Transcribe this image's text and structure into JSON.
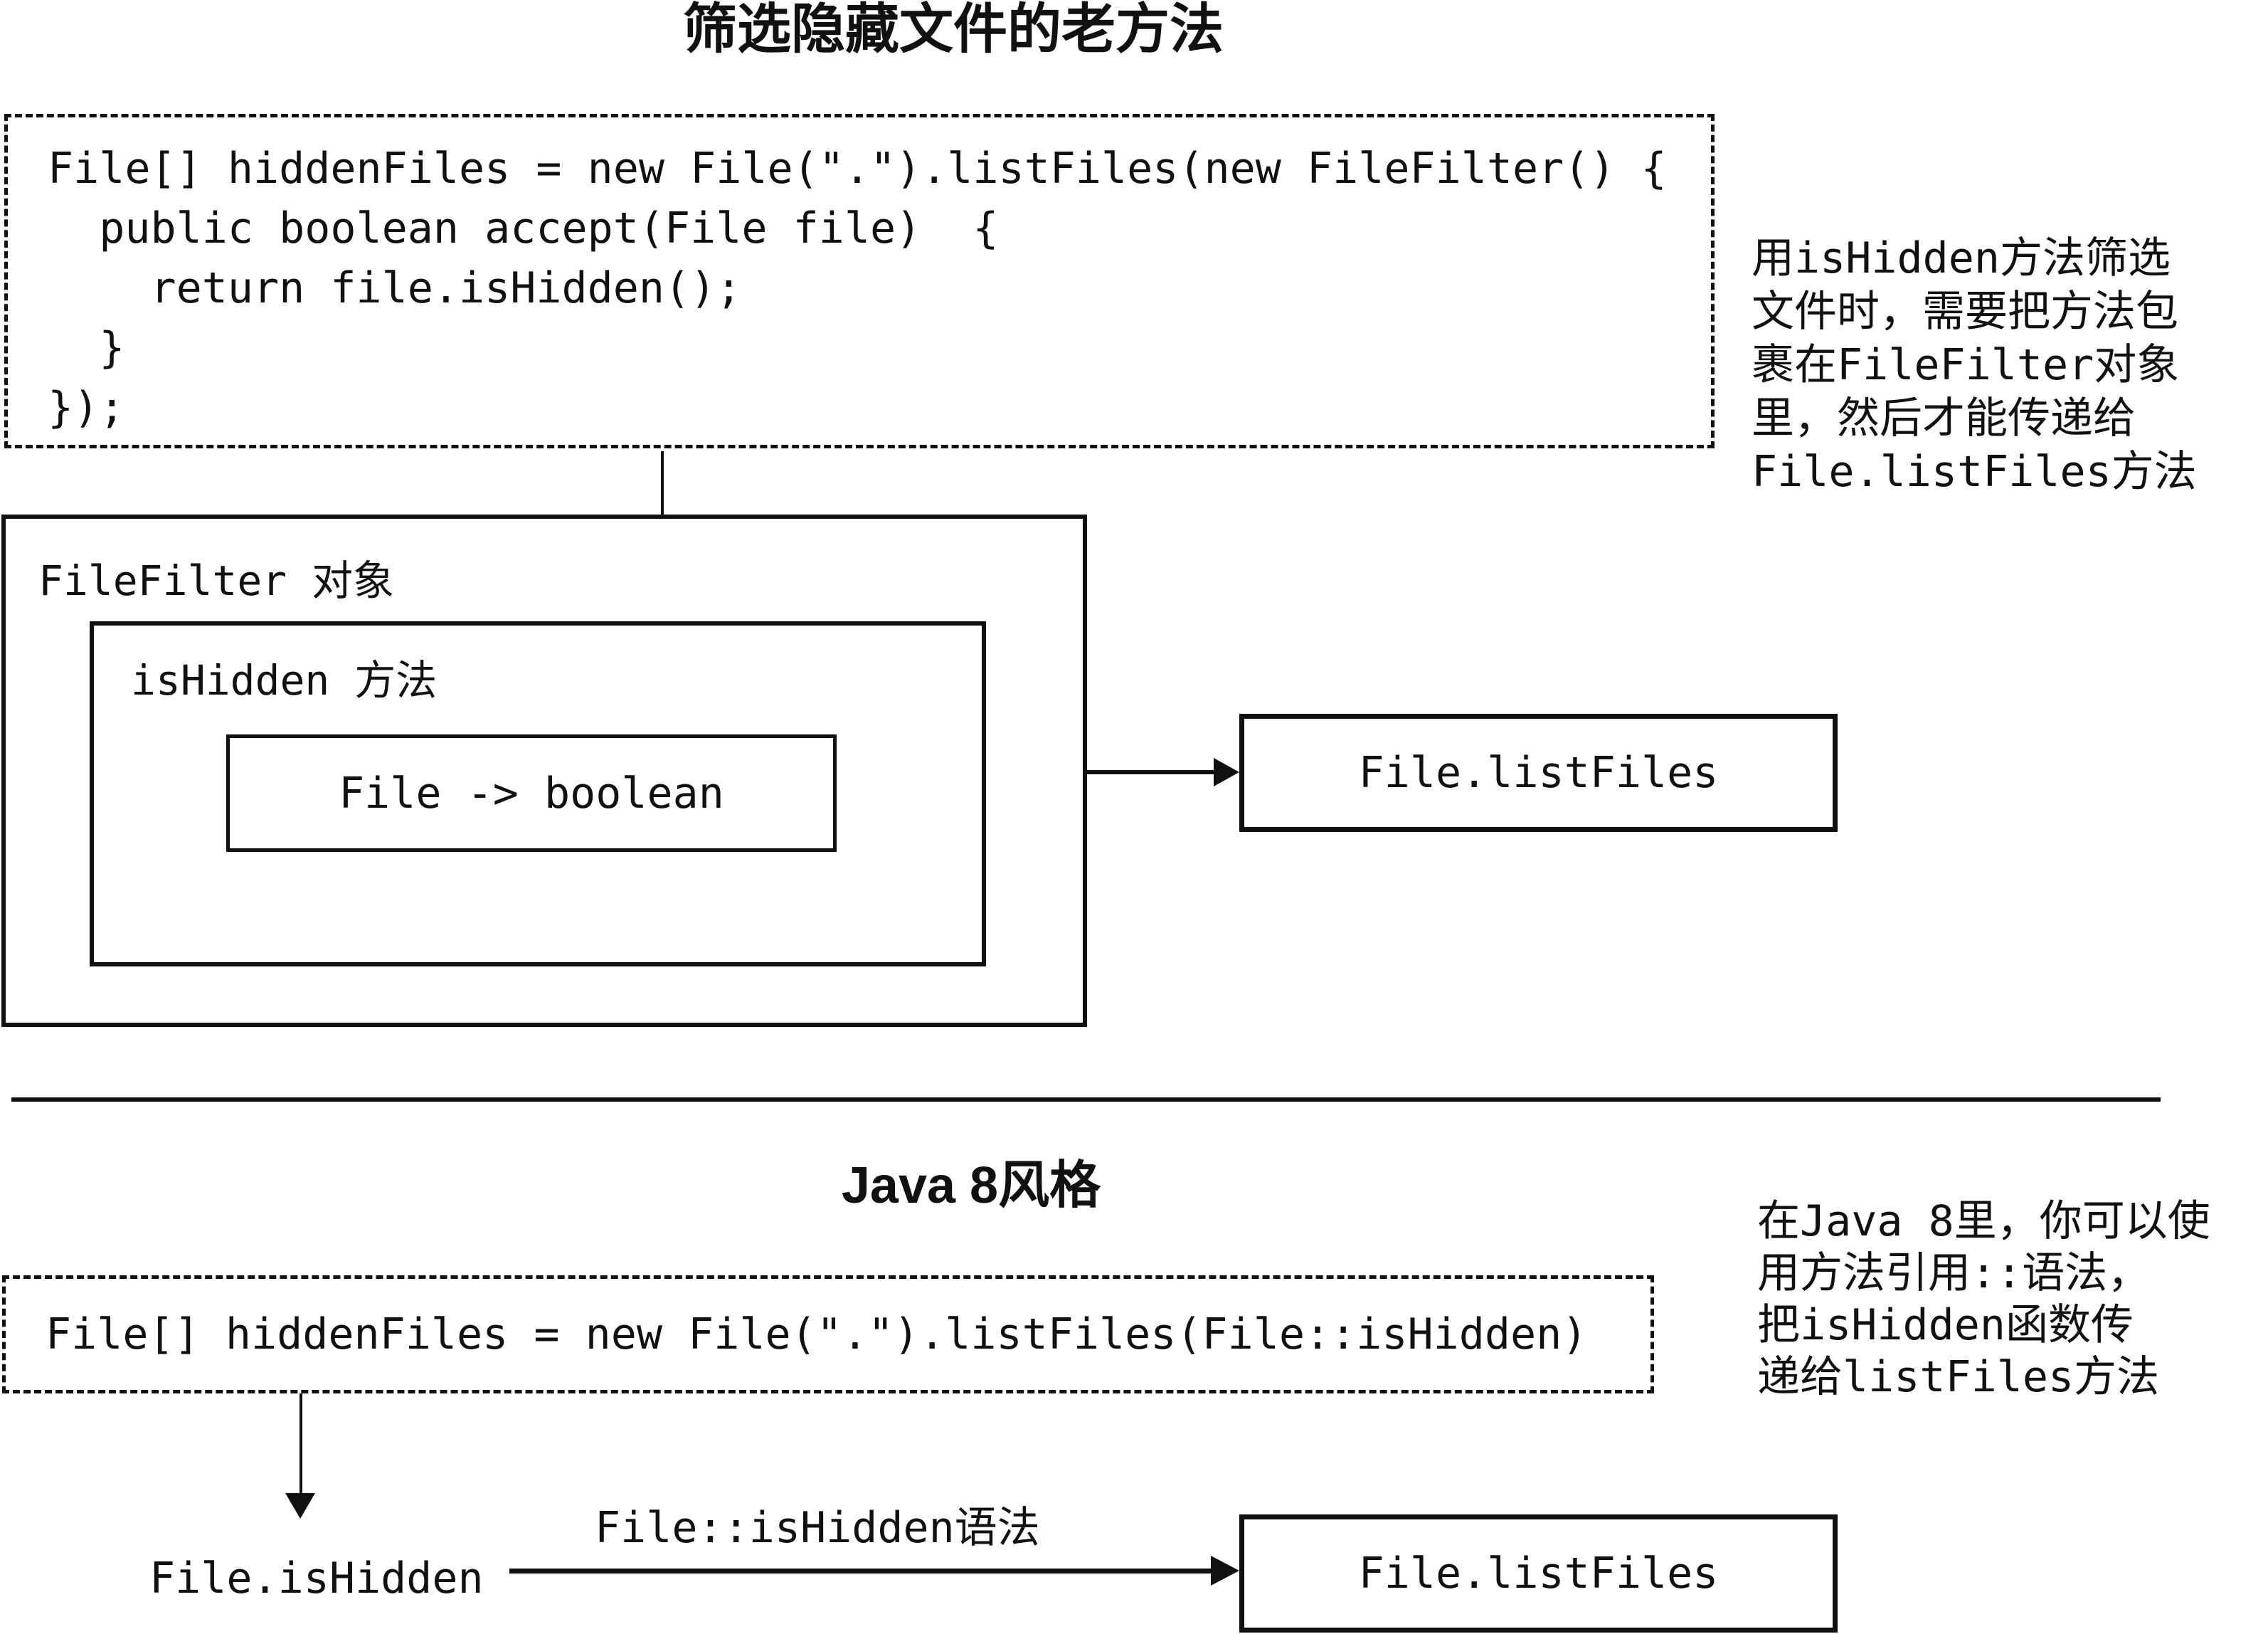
{
  "colors": {
    "ink": "#111111",
    "paper": "#ffffff"
  },
  "old_way": {
    "title": "筛选隐藏文件的老方法",
    "code_lines": [
      "File[] hiddenFiles = new File(\".\").listFiles(new FileFilter() {",
      "  public boolean accept(File file)  {",
      "    return file.isHidden();",
      "  }",
      "});"
    ],
    "annotation_lines": [
      "用isHidden方法筛选",
      "文件时，需要把方法包",
      "裹在FileFilter对象",
      "里，然后才能传递给",
      "File.listFiles方法"
    ],
    "filefilter_box_label": "FileFilter 对象",
    "ishidden_box_label": "isHidden 方法",
    "lambda_box_label": "File -> boolean",
    "listfiles_box_label": "File.listFiles"
  },
  "java8_way": {
    "title": "Java 8风格",
    "code_lines": [
      "File[] hiddenFiles = new File(\".\").listFiles(File::isHidden)"
    ],
    "annotation_lines": [
      "在Java 8里，你可以使",
      "用方法引用::语法，",
      "把isHidden函数传",
      "递给listFiles方法"
    ],
    "method_ref_label": "File.isHidden",
    "syntax_arrow_label": "File::isHidden语法",
    "listfiles_box_label": "File.listFiles"
  }
}
